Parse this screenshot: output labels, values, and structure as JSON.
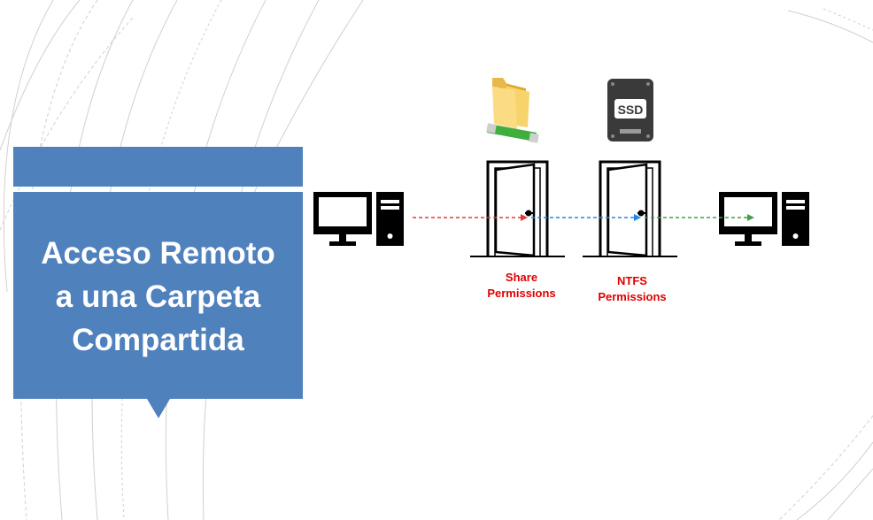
{
  "title": {
    "lines": [
      "Acceso Remoto",
      "a una Carpeta",
      "Compartida"
    ]
  },
  "diagram": {
    "icons": [
      "computer-icon",
      "shared-folder-icon",
      "ssd-icon",
      "door-icon",
      "door-icon",
      "computer-icon"
    ],
    "ssd_label": "SSD",
    "captions": [
      {
        "lines": [
          "Share",
          "Permissions"
        ]
      },
      {
        "lines": [
          "NTFS",
          "Permissions"
        ]
      }
    ],
    "arrow_colors": {
      "share": "#e53935",
      "ntfs": "#1e88e5",
      "granted": "#43a047"
    }
  },
  "colors": {
    "accent": "#4f81bd",
    "caption": "#e00000",
    "icon": "#000000"
  }
}
